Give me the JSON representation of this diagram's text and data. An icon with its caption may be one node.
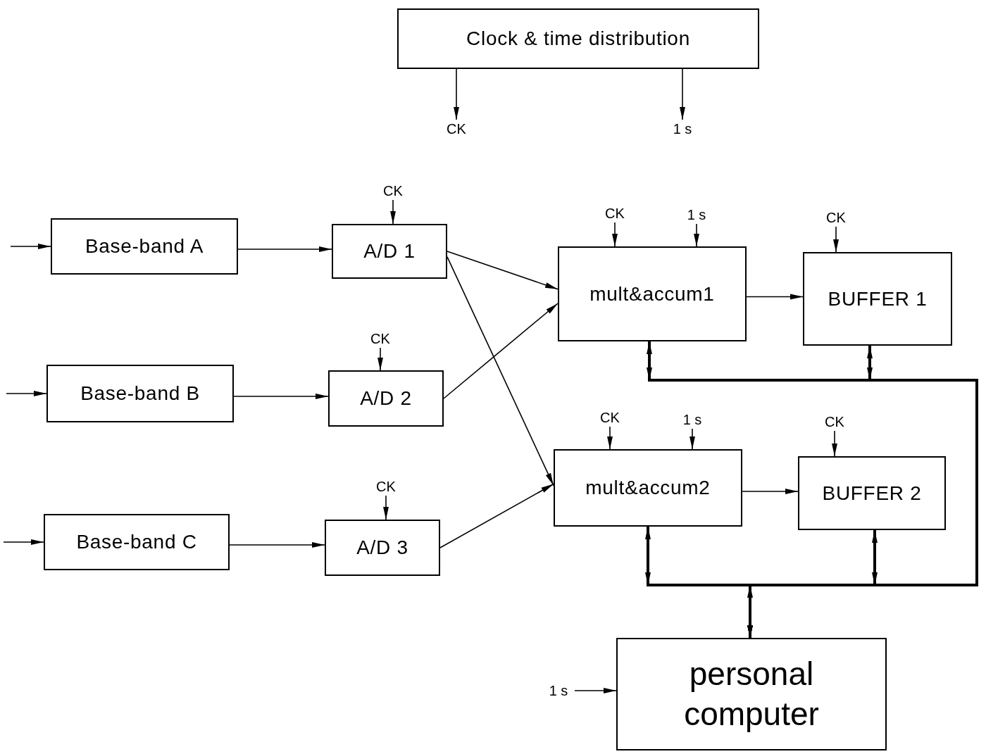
{
  "diagram": {
    "nodes": [
      {
        "text": [
          "Clock & time distribution"
        ]
      },
      {
        "text": [
          "CK"
        ]
      },
      {
        "text": [
          "1 s"
        ]
      },
      {
        "text": [
          "CK"
        ]
      },
      {
        "text": [
          "CK"
        ]
      },
      {
        "text": [
          "1 s"
        ]
      },
      {
        "text": [
          "CK"
        ]
      },
      {
        "text": [
          "Base-band A"
        ]
      },
      {
        "text": [
          "A/D 1"
        ]
      },
      {
        "text": [
          "mult&accum1"
        ]
      },
      {
        "text": [
          "BUFFER 1"
        ]
      },
      {
        "text": [
          "CK"
        ]
      },
      {
        "text": [
          "Base-band B"
        ]
      },
      {
        "text": [
          "A/D 2"
        ]
      },
      {
        "text": [
          "CK"
        ]
      },
      {
        "text": [
          "1 s"
        ]
      },
      {
        "text": [
          "CK"
        ]
      },
      {
        "text": [
          "CK"
        ]
      },
      {
        "text": [
          "Base-band C"
        ]
      },
      {
        "text": [
          "A/D 3"
        ]
      },
      {
        "text": [
          "mult&accum2"
        ]
      },
      {
        "text": [
          "BUFFER 2"
        ]
      },
      {
        "text": [
          "1 s"
        ]
      },
      {
        "text": [
          "personal computer"
        ]
      }
    ],
    "edges": [
      {
        "from": 0,
        "to": 1,
        "arrow": "to"
      },
      {
        "from": 0,
        "to": 2,
        "arrow": "to"
      },
      {
        "from": 3,
        "to": 8,
        "arrow": "to"
      },
      {
        "from": 4,
        "to": 9,
        "arrow": "to"
      },
      {
        "from": 5,
        "to": 9,
        "arrow": "to"
      },
      {
        "from": 6,
        "to": 10,
        "arrow": "to"
      },
      {
        "from": null,
        "to": 7,
        "arrow": "to"
      },
      {
        "from": 7,
        "to": 8,
        "arrow": "to"
      },
      {
        "from": 8,
        "to": 9,
        "arrow": "to"
      },
      {
        "from": 8,
        "to": 20,
        "arrow": "to"
      },
      {
        "from": 9,
        "to": 10,
        "arrow": "to"
      },
      {
        "from": 11,
        "to": 13,
        "arrow": "to"
      },
      {
        "from": null,
        "to": 12,
        "arrow": "to"
      },
      {
        "from": 12,
        "to": 13,
        "arrow": "to"
      },
      {
        "from": 13,
        "to": 9,
        "arrow": "to"
      },
      {
        "from": 14,
        "to": 20,
        "arrow": "to"
      },
      {
        "from": 15,
        "to": 20,
        "arrow": "to"
      },
      {
        "from": 16,
        "to": 21,
        "arrow": "to"
      },
      {
        "from": 17,
        "to": 19,
        "arrow": "to"
      },
      {
        "from": null,
        "to": 18,
        "arrow": "to"
      },
      {
        "from": 18,
        "to": 19,
        "arrow": "to"
      },
      {
        "from": 19,
        "to": 20,
        "arrow": "to"
      },
      {
        "from": 20,
        "to": 21,
        "arrow": "to"
      },
      {
        "from": 22,
        "to": 23,
        "arrow": "to"
      },
      {
        "from": 23,
        "to": 9,
        "arrow": "both",
        "style": "thick"
      },
      {
        "from": 23,
        "to": 10,
        "arrow": "both",
        "style": "thick"
      },
      {
        "from": 23,
        "to": 20,
        "arrow": "both",
        "style": "thick"
      },
      {
        "from": 23,
        "to": 21,
        "arrow": "both",
        "style": "thick"
      }
    ]
  }
}
